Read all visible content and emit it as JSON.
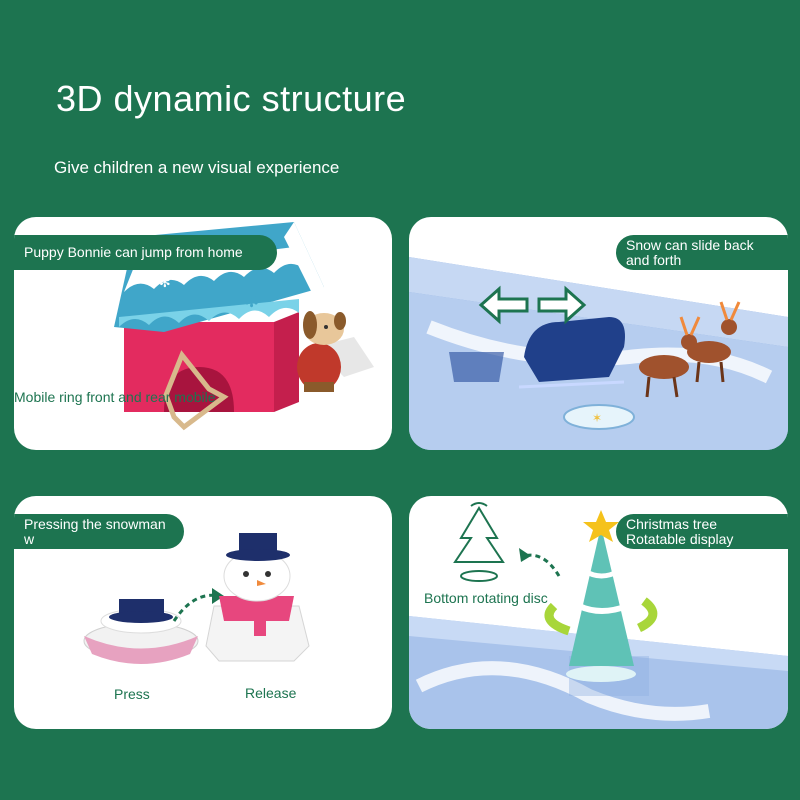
{
  "header": {
    "title": "3D dynamic structure",
    "subtitle": "Give children a new visual experience"
  },
  "cards": {
    "doghouse": {
      "tag": "Puppy Bonnie can jump from home",
      "note": "Mobile ring front and rear mobile"
    },
    "sleigh": {
      "tag_line1": "Snow can slide back",
      "tag_line2": "and forth"
    },
    "snowman": {
      "tag": "Pressing the snowman w",
      "press_label": "Press",
      "release_label": "Release"
    },
    "tree": {
      "tag_line1": "Christmas tree",
      "tag_line2": "Rotatable display",
      "note": "Bottom rotating disc"
    }
  },
  "colors": {
    "background": "#1d7450",
    "card": "#ffffff",
    "accent_text": "#1d7450"
  }
}
